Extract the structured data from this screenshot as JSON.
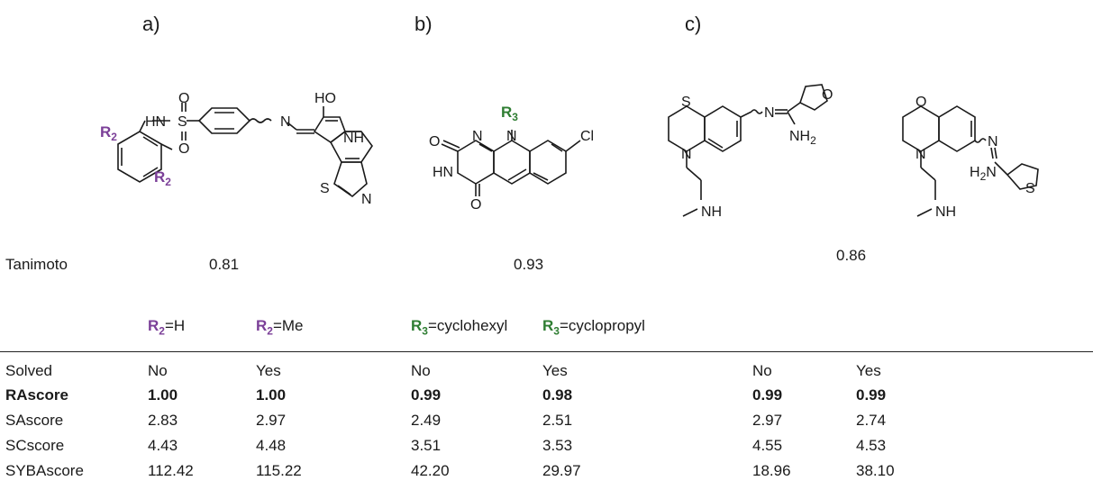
{
  "panels": [
    {
      "label": "a)",
      "tanimoto": "0.81",
      "r_group": "R2",
      "atoms": {
        "hn": "HN",
        "s": "S",
        "o": "O",
        "n": "N",
        "ho": "HO",
        "nh": "NH",
        "r": "R",
        "sub": "2"
      }
    },
    {
      "label": "b)",
      "tanimoto": "0.93",
      "r_group": "R3",
      "atoms": {
        "o": "O",
        "n": "N",
        "hn": "HN",
        "cl": "Cl",
        "r": "R",
        "sub": "3"
      }
    },
    {
      "label": "c)",
      "tanimoto": "0.86",
      "atoms": {
        "s": "S",
        "o": "O",
        "n": "N",
        "nh": "NH",
        "nh2": "NH",
        "h2n": "H",
        "h2n_tail": "N",
        "sub": "2"
      }
    }
  ],
  "tanimoto_label": "Tanimoto",
  "substituents": [
    {
      "sym": "R",
      "sub": "2",
      "rest": "=H",
      "color": "#7b3f98"
    },
    {
      "sym": "R",
      "sub": "2",
      "rest": "=Me",
      "color": "#7b3f98"
    },
    {
      "sym": "R",
      "sub": "3",
      "rest": "=cyclohexyl",
      "color": "#2e7d32"
    },
    {
      "sym": "R",
      "sub": "3",
      "rest": "=cyclopropyl",
      "color": "#2e7d32"
    }
  ],
  "table": {
    "row_labels": [
      "Solved",
      "RAscore",
      "SAscore",
      "SCscore",
      "SYBAscore"
    ],
    "bold_row": "RAscore",
    "columns": [
      [
        "No",
        "1.00",
        "2.83",
        "4.43",
        "112.42"
      ],
      [
        "Yes",
        "1.00",
        "2.97",
        "4.48",
        "115.22"
      ],
      [
        "No",
        "0.99",
        "2.49",
        "3.51",
        "42.20"
      ],
      [
        "Yes",
        "0.98",
        "2.51",
        "3.53",
        "29.97"
      ],
      [
        "No",
        "0.99",
        "2.97",
        "4.55",
        "18.96"
      ],
      [
        "Yes",
        "0.99",
        "2.74",
        "4.53",
        "38.10"
      ]
    ]
  }
}
